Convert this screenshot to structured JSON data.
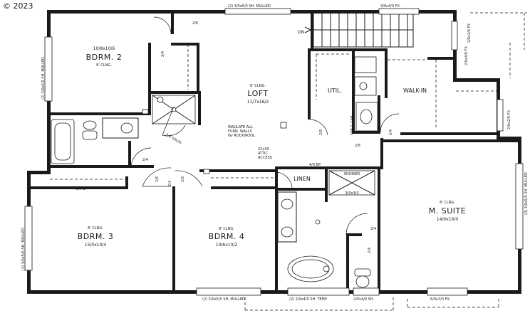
{
  "copyright": "© 2023",
  "rooms": {
    "bedroom2": {
      "name": "BDRM. 2",
      "size": "10/8x10/6",
      "ceiling": "8' CLNG."
    },
    "loft": {
      "name": "LOFT",
      "size": "11/7x16/2",
      "ceiling": "8' CLNG."
    },
    "bedroom3": {
      "name": "BDRM. 3",
      "size": "15/0x10/4",
      "ceiling": "8' CLNG."
    },
    "bedroom4": {
      "name": "BDRM. 4",
      "size": "10/6x10/2",
      "ceiling": "8' CLNG."
    },
    "master": {
      "name": "M. SUITE",
      "size": "14/0x16/0",
      "ceiling": "8' CLNG."
    },
    "utility": {
      "name": "UTIL."
    },
    "walkin": {
      "name": "WALK-IN"
    },
    "linen": {
      "name": "LINEN"
    },
    "shower": {
      "name": "SHOWER",
      "size": "3/0x3/0"
    }
  },
  "notes": {
    "down": "DN",
    "insulate_1": "INSULATE ALL",
    "insulate_2": "FURN. WALLS",
    "insulate_3": "W/ ROCKWOOL",
    "attic_1": "22x30",
    "attic_2": "ATTIC",
    "attic_3": "ACCESS",
    "sink_cab": "SNK & CAB.",
    "solid": "3/0 SOLID"
  },
  "windows": {
    "top_center": "(2) 3/0x5/0 SH. MULLED",
    "top_right": "3/0x4/0 FX.",
    "left_upper": "(2) 3/0x5/0 SH. MULLED",
    "left_lower": "(2) 3/0x5/0 SH. MULLED",
    "right_upper_1": "2/6x2/6 FX.",
    "right_upper_2": "2/6x4/0 FX.",
    "right_mid": "2/6x2/6 FX.",
    "right_lower": "(3) 3/0x5/0 SH. MULLED",
    "bottom_left": "(2) 3/0x5/0 SH. MULLED",
    "bottom_mid": "(2) 2/0x4/0 SH. TEMP.",
    "bottom_mid2": "2/0x4/0 SH.",
    "bottom_right": "6/0x2/0 FX."
  },
  "doors": {
    "d_bed2": "2/6",
    "d_closet2": "2/4",
    "d_bath_upper": "2/4",
    "d_bath_lower": "2/4",
    "d_bed3": "2/6",
    "d_bed4": "2/6",
    "d_util": "2/8",
    "d_walkin": "2/4",
    "d_linen": "2/6",
    "d_master_1": "2/4",
    "d_master_2": "2/4"
  },
  "closets": {
    "bed3": "6/0 BP",
    "bed4": "4/0 BP",
    "loft": "4/0 BP"
  }
}
